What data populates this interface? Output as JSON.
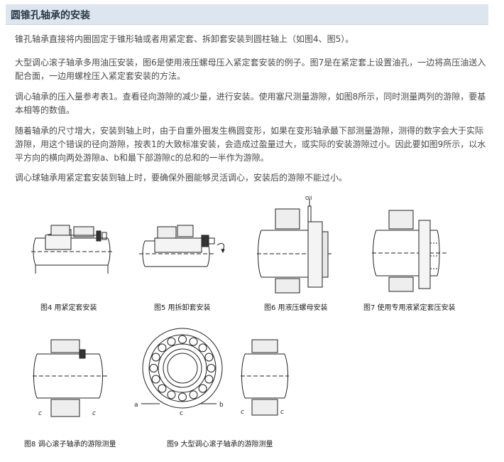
{
  "title": "圆锥孔轴承的安装",
  "paragraphs": [
    "锥孔轴承直接将内圈固定于锥形轴或者用紧定套、拆卸套安装到圆柱轴上（如图4、图5）。",
    "大型调心滚子轴承多用油压安装，图6是使用液压螺母压入紧定套安装的例子。图7是在紧定套上设置油孔，一边将高压油送入配合面，一边用螺栓压入紧定套安装的方法。",
    "调心轴承的压入量参考表1。查看径向游隙的减少量，进行安装。使用塞尺测量游隙，如图8所示，同时测量两列的游隙，要基本相等的数值。",
    "随着轴承的尺寸增大，安装到轴上时，由于自重外圈发生椭圆变形，如果在变形轴承最下部测量游隙，测得的数字会大于实际游隙，用这个错误的径向游隙，按表1的大致标准安装，会造成过盈量过大，或实际的安装游隙过小。因此要如图9所示，以水平方向的横向两处游隙a、b和最下部游隙c的总和的一半作为游隙。",
    "调心球轴承用紧定套安装到轴上时，要确保外圈能够灵活调心，安装后的游隙不能过小。"
  ],
  "figures": {
    "fig4_caption": "图4 用紧定套安装",
    "fig5_caption": "图5 用拆卸套安装",
    "fig6_caption": "图6 用液压螺母安装",
    "fig7_caption": "图7 使用专用液紧定套压安装",
    "fig8_caption": "图8 调心滚子轴承的游隙测量",
    "fig9_caption": "图9 大型调心滚子轴承的游隙测量",
    "oil_label": "Oil",
    "label_a": "a",
    "label_b": "b",
    "label_c": "c"
  }
}
